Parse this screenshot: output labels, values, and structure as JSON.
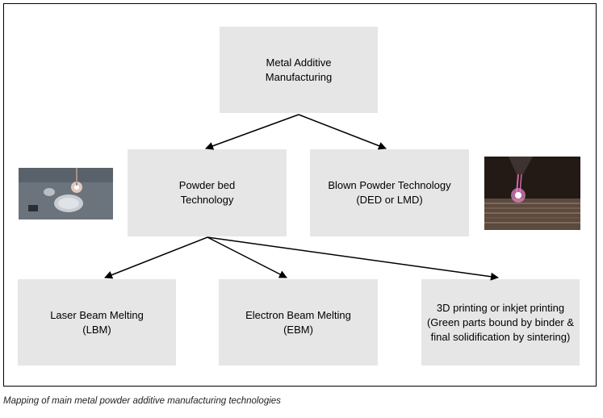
{
  "diagram": {
    "root": {
      "line1": "Metal Additive",
      "line2": "Manufacturing"
    },
    "powder_bed": {
      "line1": "Powder bed",
      "line2": "Technology"
    },
    "blown_powder": {
      "line1": "Blown Powder Technology",
      "line2": "(DED or LMD)"
    },
    "lbm": {
      "line1": "Laser Beam Melting",
      "line2": "(LBM)"
    },
    "ebm": {
      "line1": "Electron Beam Melting",
      "line2": "(EBM)"
    },
    "printing": {
      "line1": "3D printing or inkjet printing",
      "line2": "(Green parts bound by binder &",
      "line3": "final solidification by sintering)"
    }
  },
  "caption": "Mapping of main metal powder additive manufacturing technologies",
  "colors": {
    "box_fill": "#e6e6e6",
    "arrow": "#000000"
  }
}
